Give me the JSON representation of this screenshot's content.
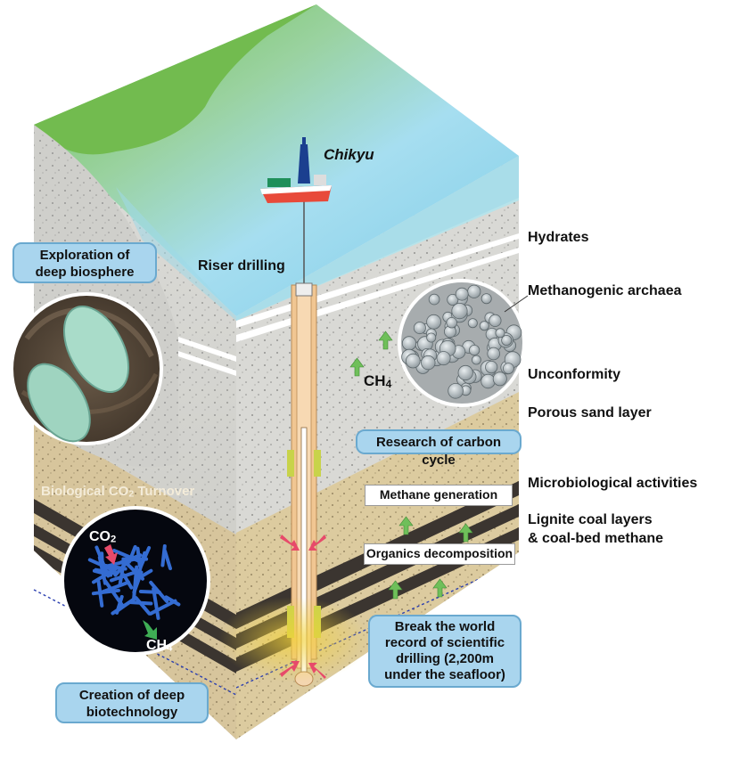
{
  "labels": {
    "ship": "Chikyu",
    "riser": "Riser drilling",
    "hydrates": "Hydrates",
    "archaea": "Methanogenic archaea",
    "unconformity": "Unconformity",
    "porous": "Porous sand layer",
    "micro": "Microbiological activities",
    "lignite_1": "Lignite coal layers",
    "lignite_2": "& coal-bed methane",
    "ch4_center_main": "CH",
    "ch4_center_sub": "4"
  },
  "boxes": {
    "exploration_1": "Exploration of",
    "exploration_2": "deep biosphere",
    "carbon": "Research of carbon cycle",
    "methane_gen": "Methane generation",
    "organics": "Organics decomposition",
    "record_1": "Break the world",
    "record_2": "record of scientific",
    "record_3": "drilling (2,200m",
    "record_4": "under the seafloor)",
    "biotech_1": "Creation of deep",
    "biotech_2": "biotechnology"
  },
  "bio": {
    "turnover_pre": "Biological CO",
    "turnover_sub": "2",
    "turnover_post": " Turnover",
    "co2_main": "CO",
    "co2_sub": "2",
    "ch4_main": "CH",
    "ch4_sub": "4"
  },
  "colors": {
    "sea": "#8fd3e8",
    "land_green": "#7cc35a",
    "sediment_grey": "#c8c8c4",
    "sand": "#d8c79f",
    "coal": "#3a3530",
    "pipe": "#f0c896",
    "label_box": "#a9d5ee"
  }
}
